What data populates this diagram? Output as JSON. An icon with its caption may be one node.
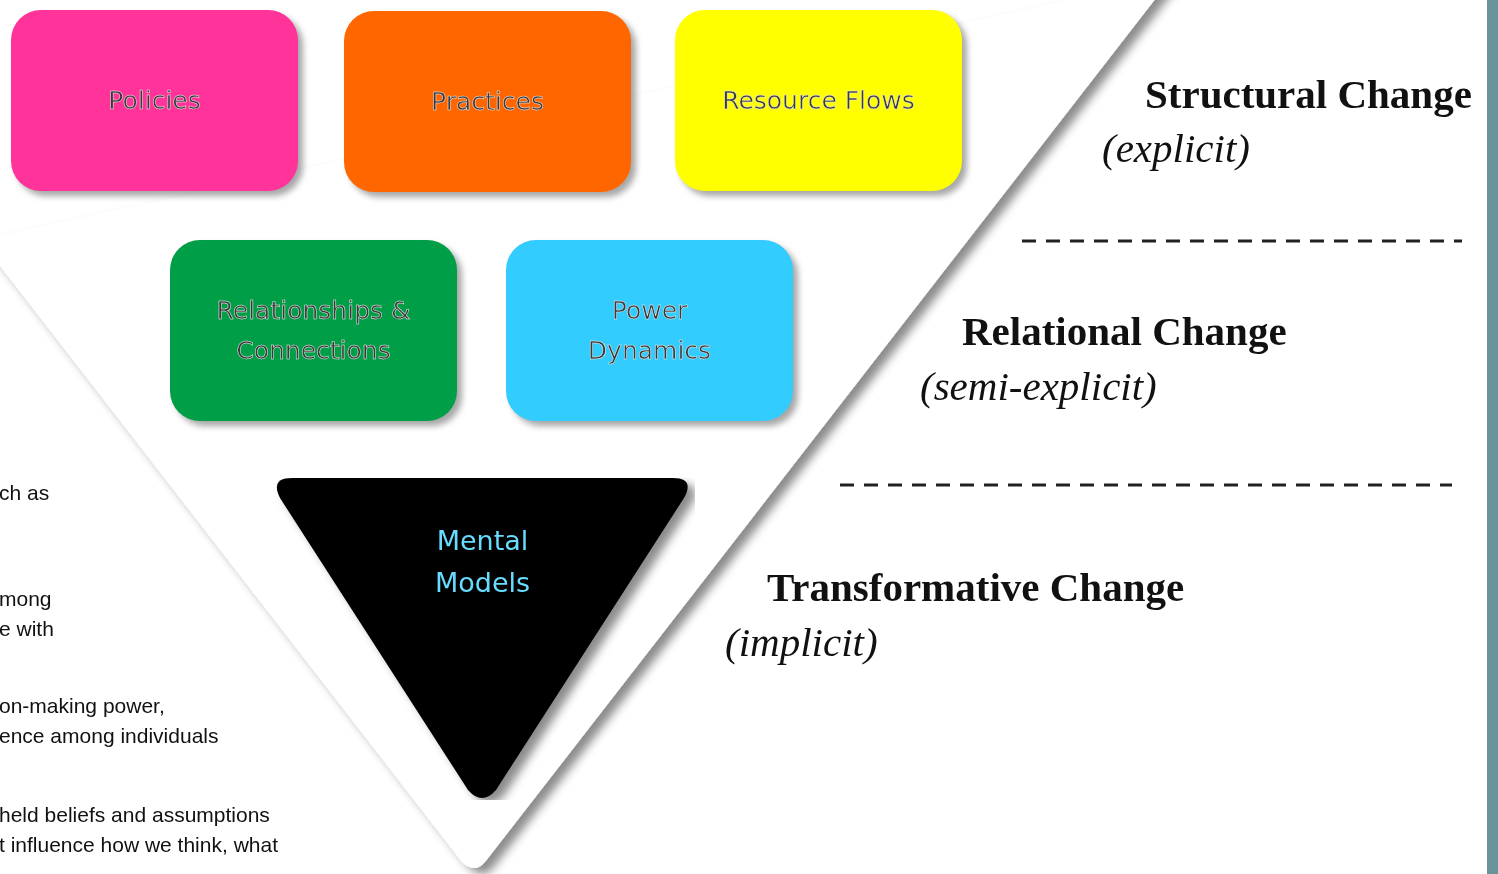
{
  "diagram": {
    "nodes": [
      {
        "text": [
          "Policies"
        ]
      },
      {
        "text": [
          "Practices"
        ]
      },
      {
        "text": [
          "Resource Flows"
        ]
      },
      {
        "text": [
          "Relationships & Connections"
        ]
      },
      {
        "text": [
          "Power Dynamics"
        ]
      },
      {
        "text": [
          "Mental Models"
        ]
      }
    ],
    "labels": [
      "Structural Change",
      "(explicit)",
      "Relational Change",
      "(semi-explicit)",
      "ch as",
      "Transformative Change",
      "mong",
      "e with",
      "(implicit)",
      "on-making power,",
      "ence among individuals",
      "held beliefs and assumptions",
      "t influence how we think, what"
    ]
  }
}
